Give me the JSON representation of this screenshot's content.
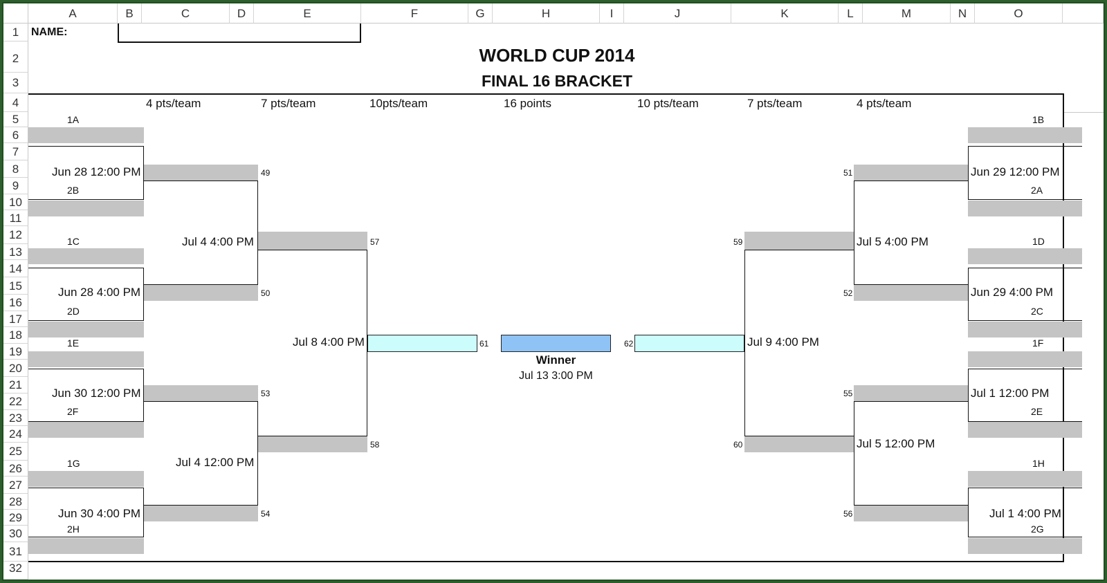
{
  "columns": [
    "A",
    "B",
    "C",
    "D",
    "E",
    "F",
    "G",
    "H",
    "I",
    "J",
    "K",
    "L",
    "M",
    "N",
    "O"
  ],
  "rows": [
    "1",
    "2",
    "3",
    "4",
    "5",
    "6",
    "7",
    "8",
    "9",
    "10",
    "11",
    "12",
    "13",
    "14",
    "15",
    "16",
    "17",
    "18",
    "19",
    "20",
    "21",
    "22",
    "23",
    "24",
    "25",
    "26",
    "27",
    "28",
    "29",
    "30",
    "31",
    "32"
  ],
  "header": {
    "name_label": "NAME:",
    "title": "WORLD CUP 2014",
    "subtitle": "FINAL 16 BRACKET"
  },
  "points": [
    "4 pts/team",
    "7 pts/team",
    "10pts/team",
    "16 points",
    "10 pts/team",
    "7 pts/team",
    "4 pts/team"
  ],
  "seeds": {
    "a1": "1A",
    "b2": "2B",
    "c1": "1C",
    "d2": "2D",
    "e1": "1E",
    "f2": "2F",
    "g1": "1G",
    "h2": "2H",
    "b1": "1B",
    "a2": "2A",
    "d1": "1D",
    "c2": "2C",
    "f1": "1F",
    "e2": "2E",
    "h1": "1H",
    "g2": "2G"
  },
  "dates": {
    "r16_l1": "Jun 28 12:00 PM",
    "r16_l2": "Jun 28 4:00 PM",
    "r16_l3": "Jun 30 12:00 PM",
    "r16_l4": "Jun 30 4:00 PM",
    "r16_r1": "Jun 29 12:00 PM",
    "r16_r2": "Jun 29 4:00 PM",
    "r16_r3": "Jul 1 12:00 PM",
    "r16_r4": "Jul 1 4:00 PM",
    "qf_l1": "Jul 4 4:00 PM",
    "qf_l2": "Jul 4 12:00 PM",
    "qf_r1": "Jul 5 4:00 PM",
    "qf_r2": "Jul 5 12:00 PM",
    "sf_l": "Jul 8 4:00 PM",
    "sf_r": "Jul 9 4:00 PM",
    "final": "Jul 13 3:00 PM"
  },
  "match_numbers": {
    "m49": "49",
    "m50": "50",
    "m51": "51",
    "m52": "52",
    "m53": "53",
    "m54": "54",
    "m55": "55",
    "m56": "56",
    "m57": "57",
    "m58": "58",
    "m59": "59",
    "m60": "60",
    "m61": "61",
    "m62": "62"
  },
  "winner_label": "Winner",
  "colors": {
    "grey_slot": "#c4c4c4",
    "semi_slot": "#ccfcfc",
    "final_slot": "#8fc3f5",
    "frame": "#1f4f1f"
  }
}
